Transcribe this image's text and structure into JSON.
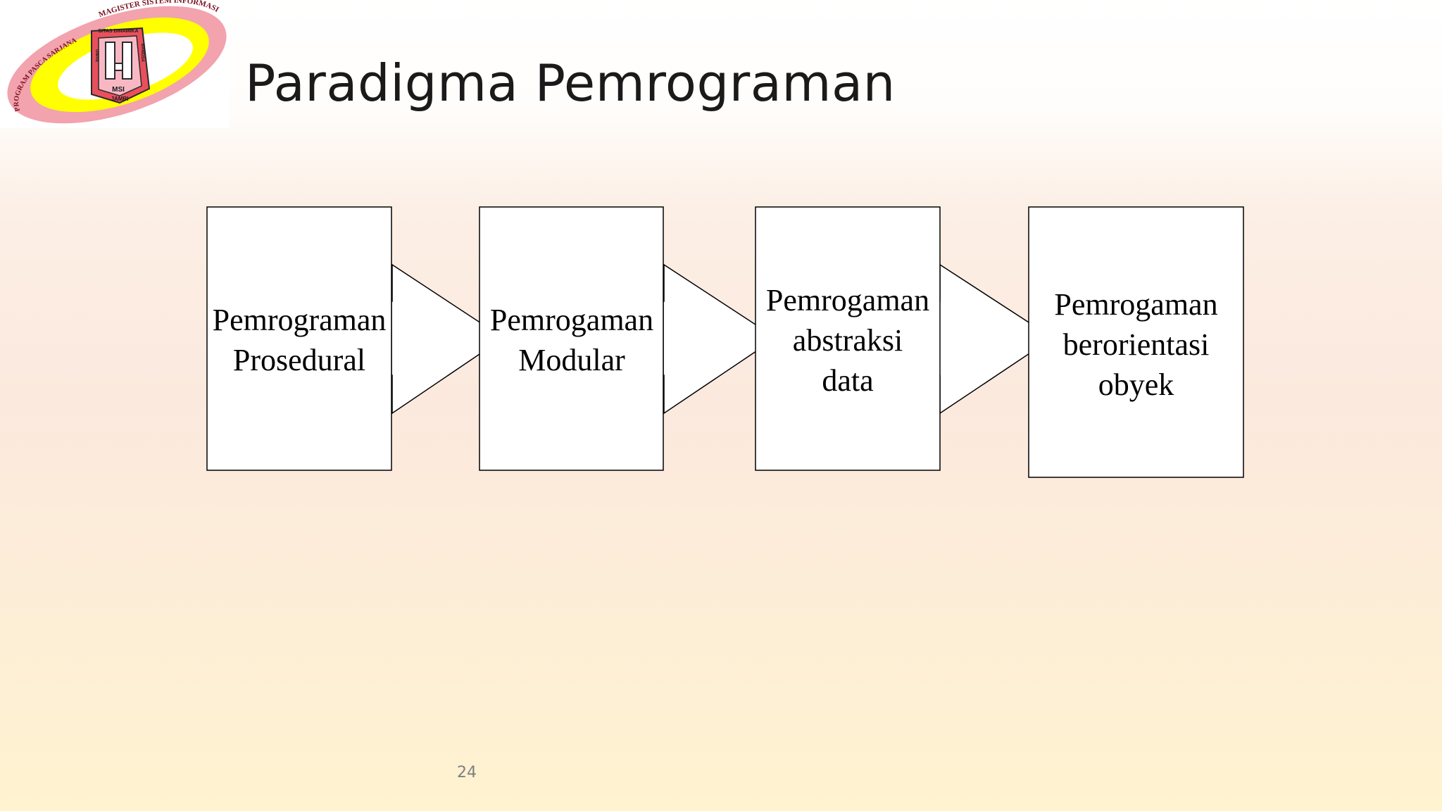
{
  "slide": {
    "title": "Paradigma Pemrograman",
    "page_number": "24"
  },
  "logo": {
    "outer_ring_text": "MAGISTER SISTEM INFORMASI",
    "left_ring_text": "PROGRAM PASCA SARJANA",
    "seal_top_text": "SITAS DINAMIKA",
    "seal_left_text": "UNIVE",
    "seal_right_text": "BANGSA",
    "seal_center_text": "MSI",
    "seal_bottom_text": "JAMBI",
    "colors": {
      "ring_pink": "#f2a3ad",
      "ring_yellow": "#ffff00",
      "seal_red": "#e8505b",
      "seal_pink": "#f7b8c4"
    }
  },
  "diagram": {
    "nodes": [
      {
        "lines": [
          "Pemrograman",
          "Prosedural"
        ]
      },
      {
        "lines": [
          "Pemrogaman",
          "Modular"
        ]
      },
      {
        "lines": [
          "Pemrogaman",
          "abstraksi",
          "data"
        ]
      },
      {
        "lines": [
          "Pemrogaman",
          "berorientasi",
          "obyek"
        ]
      }
    ],
    "colors": {
      "box_fill": "#ffffff",
      "stroke": "#000000"
    }
  }
}
